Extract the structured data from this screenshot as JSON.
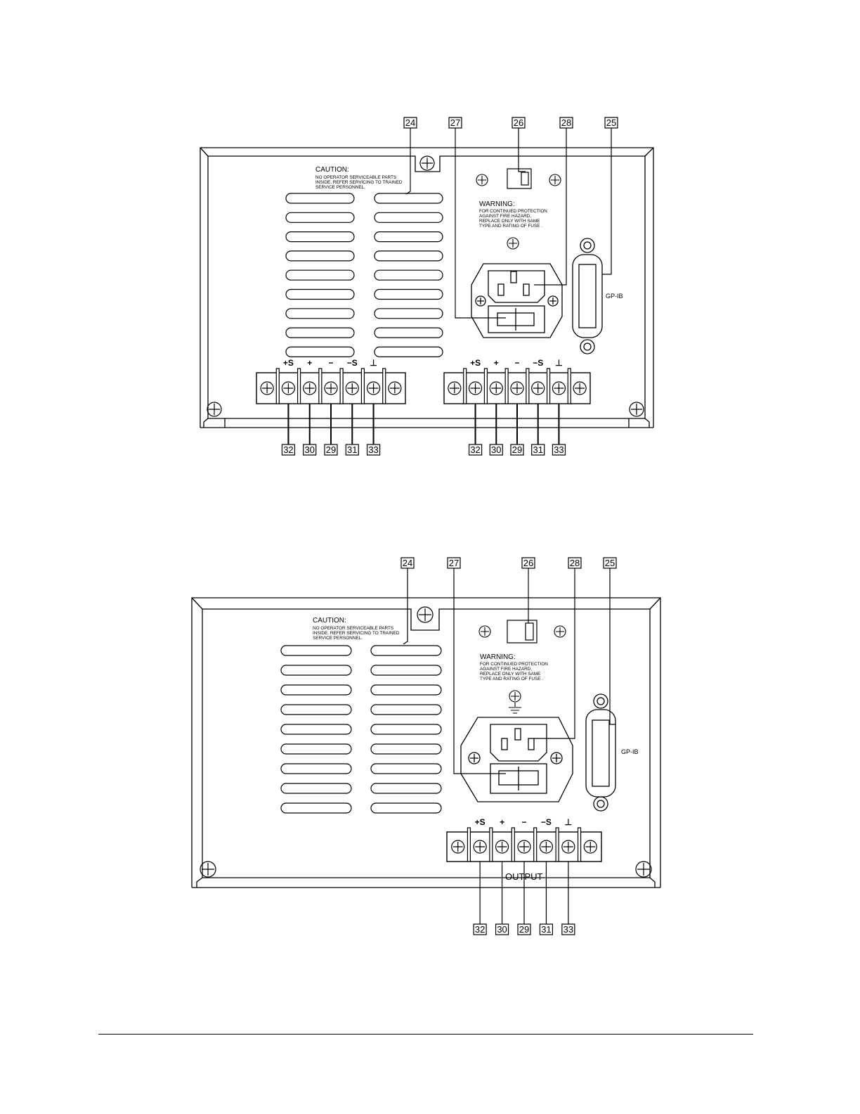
{
  "figures": [
    {
      "callouts_top": [
        "24",
        "27",
        "26",
        "28",
        "25"
      ],
      "caution": {
        "title": "CAUTION:",
        "lines": [
          "NO  OPERATOR  SERVICEABLE  PARTS",
          "INSIDE. REFER SERVICING TO TRAINED",
          "SERVICE  PERSONNEL."
        ]
      },
      "warning": {
        "title": "WARNING:",
        "lines": [
          "FOR CONTINUED PROTECTION",
          "AGAINST  FIRE  HAZARD,",
          "REPLACE ONLY WITH   SAME",
          "TYPE  AND  RATING  OF  FUSE ."
        ]
      },
      "gpib_label": "GP-IB",
      "terminal_labels": [
        "+S",
        "+",
        "−",
        "−S",
        "⊥"
      ],
      "callouts_bottom_left": [
        "32",
        "30",
        "29",
        "31",
        "33"
      ],
      "callouts_bottom_right": [
        "32",
        "30",
        "29",
        "31",
        "33"
      ]
    },
    {
      "callouts_top": [
        "24",
        "27",
        "26",
        "28",
        "25"
      ],
      "caution": {
        "title": "CAUTION:",
        "lines": [
          "NO  OPERATOR  SERVICEABLE  PARTS",
          "INSIDE. REFER SERVICING TO TRAINED",
          "SERVICE  PERSONNEL."
        ]
      },
      "warning": {
        "title": "WARNING:",
        "lines": [
          "FOR CONTINUED PROTECTION",
          "AGAINST  FIRE  HAZARD,",
          "REPLACE ONLY WITH   SAME",
          "TYPE  AND  RATING  OF  FUSE ."
        ]
      },
      "gpib_label": "GP-IB",
      "terminal_labels": [
        "+S",
        "+",
        "−",
        "−S",
        "⊥"
      ],
      "output_label": "OUTPUT",
      "callouts_bottom": [
        "32",
        "30",
        "29",
        "31",
        "33"
      ]
    }
  ]
}
